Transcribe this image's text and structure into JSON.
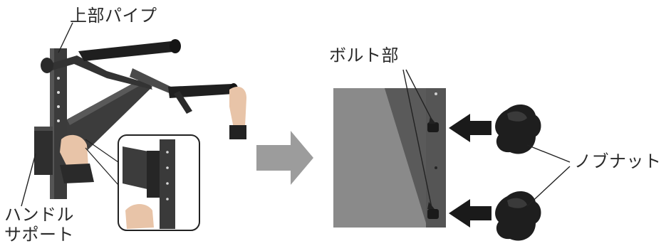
{
  "labels": {
    "upper_pipe": "上部パイプ",
    "bolt_part": "ボルト部",
    "knob_nut": "ノブナット",
    "handle_support_line1": "ハンドル",
    "handle_support_line2": "サポート"
  },
  "colors": {
    "frame": "#3b3b3b",
    "frame_dark": "#242424",
    "panel": "#6e6e6e",
    "panel_light": "#8a8a8a",
    "grip": "#1f1f1f",
    "arrow_gray": "#9c9c9c",
    "arrow_black": "#1a1a1a",
    "skin": "#e8c4a8",
    "leader": "#222222"
  },
  "icons": {
    "process_arrow": "right-arrow-icon",
    "insert_arrow": "push-arrow-icon"
  }
}
